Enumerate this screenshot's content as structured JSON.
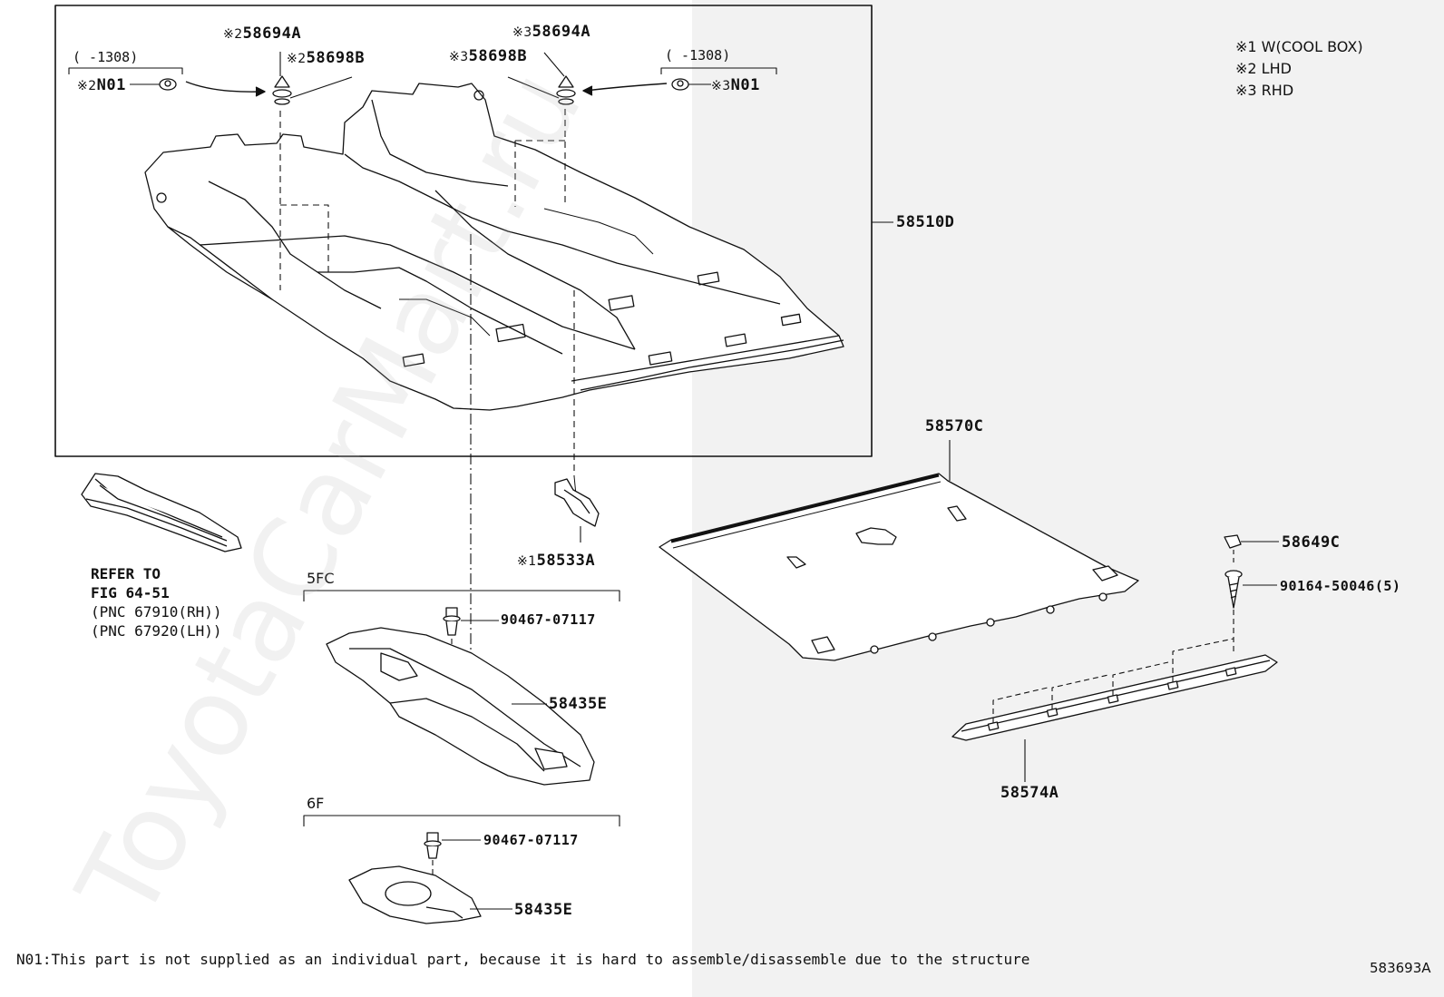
{
  "labels": {
    "p58694A_l": "58694A",
    "p58694A_l_mark": "※2",
    "p58698B_l": "58698B",
    "p58698B_l_mark": "※2",
    "p58694A_r": "58694A",
    "p58694A_r_mark": "※3",
    "p58698B_r": "58698B",
    "p58698B_r_mark": "※3",
    "n01_l": "N01",
    "n01_l_mark": "※2",
    "n01_r": "N01",
    "n01_r_mark": "※3",
    "range_l": "(    -1308)",
    "range_r": "(    -1308)",
    "p58510D": "58510D",
    "p58570C": "58570C",
    "p58533A": "58533A",
    "p58533A_mark": "※1",
    "p58649C": "58649C",
    "p90164": "90164-50046(5)",
    "p58574A": "58574A",
    "g5FC": "5FC",
    "g6F": "6F",
    "p90467_a": "90467-07117",
    "p58435E_a": "58435E",
    "p90467_b": "90467-07117",
    "p58435E_b": "58435E"
  },
  "refer": {
    "line1": "REFER TO",
    "line2": "FIG 64-51",
    "line3": "(PNC 67910(RH))",
    "line4": "(PNC 67920(LH))"
  },
  "legend": {
    "item1": "※1 W(COOL BOX)",
    "item2": "※2 LHD",
    "item3": "※3 RHD"
  },
  "footer_note": "N01:This part is not supplied as an individual part,  because it is hard to assemble/disassemble due to the structure",
  "figure_number": "583693A",
  "watermark": "ToyotaCarMart.ru",
  "colors": {
    "line": "#111111",
    "shade": "#f2f2f2",
    "watermark": "#b4b4b4"
  }
}
